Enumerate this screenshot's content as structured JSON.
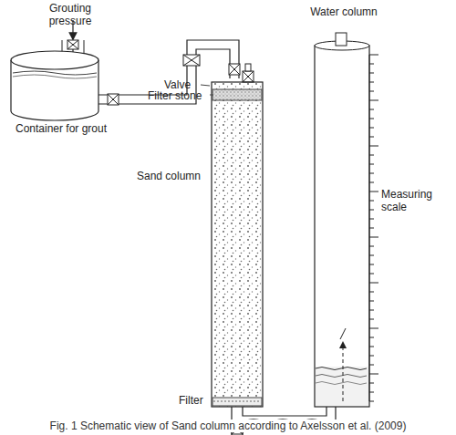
{
  "diagram": {
    "caption": "Fig. 1 Schematic view of Sand column according to Axelsson et al. (2009)",
    "labels": [
      "Grouting pressure",
      "Container for grout",
      "Valve",
      "Filter stone",
      "Sand column",
      "Filter",
      "Water column",
      "Measuring scale"
    ]
  }
}
